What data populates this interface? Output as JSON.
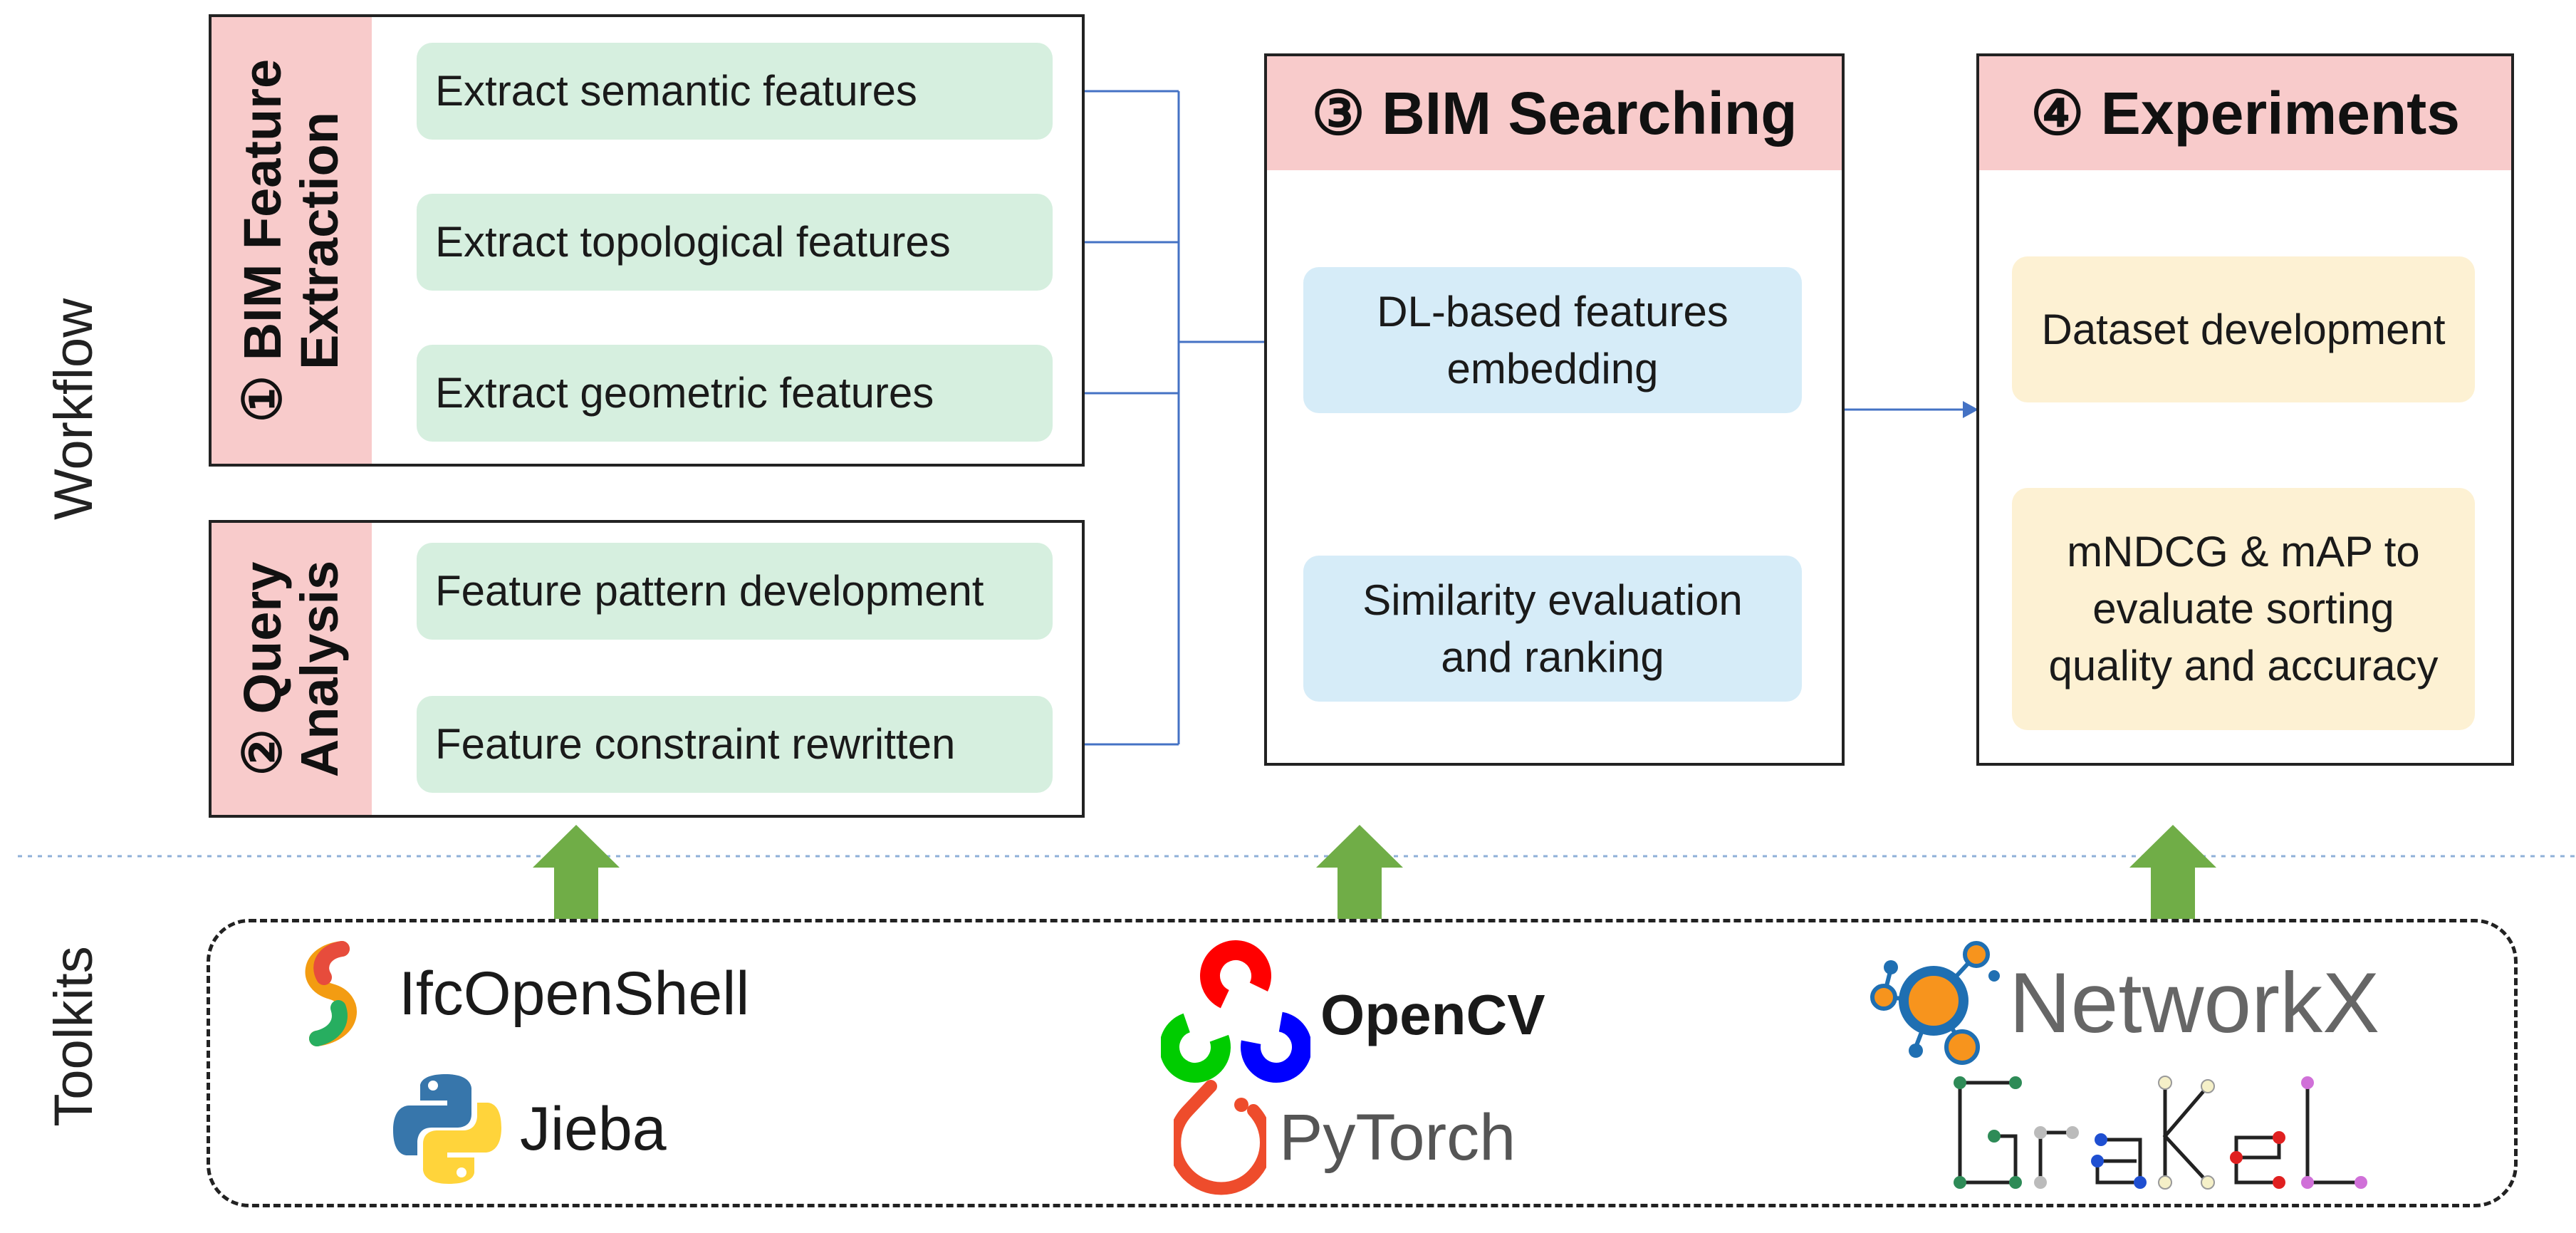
{
  "side_labels": {
    "workflow": "Workflow",
    "toolkits": "Toolkits"
  },
  "stage1": {
    "title_line1": "① BIM Feature",
    "title_line2": "Extraction",
    "items": [
      "Extract semantic features",
      "Extract topological features",
      "Extract geometric features"
    ]
  },
  "stage2": {
    "title_line1": "② Query",
    "title_line2": "Analysis",
    "items": [
      "Feature pattern development",
      "Feature constraint rewritten"
    ]
  },
  "stage3": {
    "title": "③ BIM Searching",
    "items": [
      {
        "line1": "DL-based features",
        "line2": "embedding"
      },
      {
        "line1": "Similarity evaluation",
        "line2": "and ranking"
      }
    ]
  },
  "stage4": {
    "title": "④ Experiments",
    "items": [
      {
        "line1": "Dataset development"
      },
      {
        "line1": "mNDCG & mAP to",
        "line2": "evaluate sorting",
        "line3": "quality and accuracy"
      }
    ]
  },
  "toolkits": {
    "ifcopenshell": "IfcOpenShell",
    "jieba": "Jieba",
    "opencv": "OpenCV",
    "pytorch": "PyTorch",
    "networkx": "NetworkX",
    "grakel": "GraKeL"
  },
  "colors": {
    "header_pink": "#f8cbcb",
    "feature_green": "#d6efdf",
    "process_blue": "#d6ecf8",
    "experiment_yellow": "#fdf1d3",
    "connector_blue": "#4472c4",
    "upload_arrow_green": "#70ad47"
  },
  "icons": [
    "ifcopenshell-logo-icon",
    "python-logo-icon",
    "opencv-logo-icon",
    "pytorch-logo-icon",
    "networkx-logo-icon"
  ]
}
